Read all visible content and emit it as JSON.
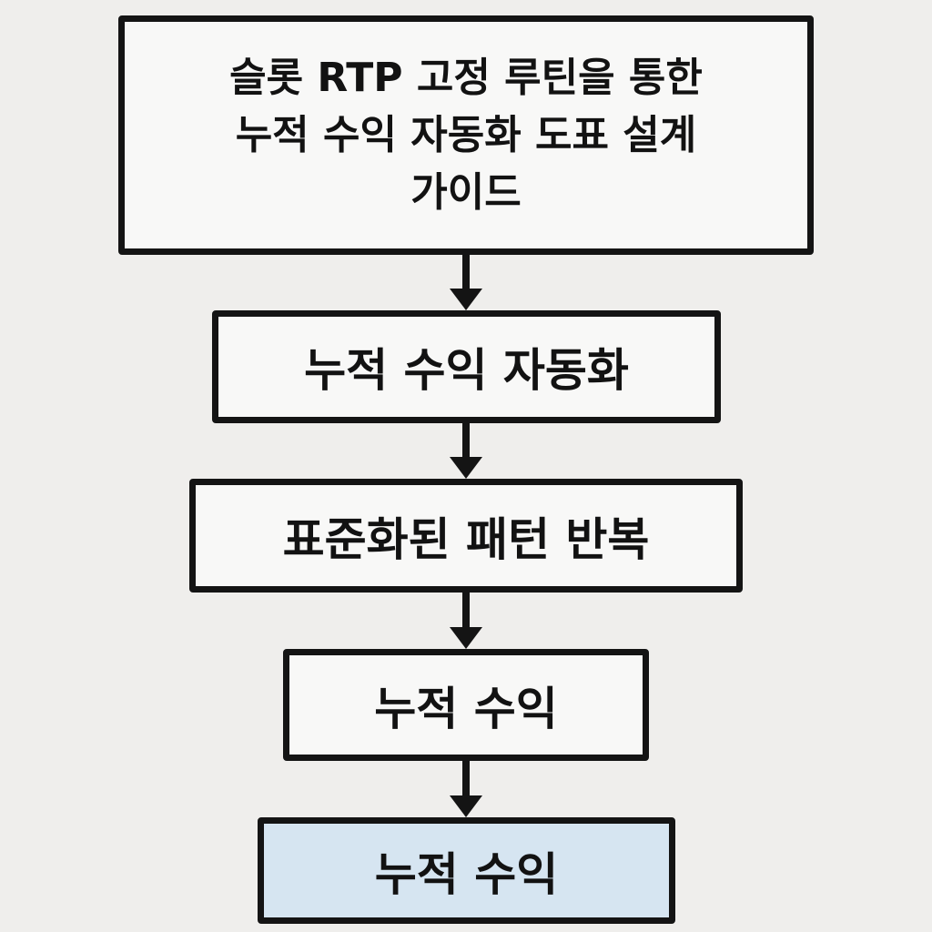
{
  "title": {
    "text": "슬롯 RTP 고정 루틴을 통한\n누적 수익 자동화 도표 설계\n가이드"
  },
  "steps": [
    {
      "label": "누적 수익 자동화",
      "fill": "#f8f8f7"
    },
    {
      "label": "표준화된 패턴 반복",
      "fill": "#f8f8f7"
    },
    {
      "label": "누적 수익",
      "fill": "#f8f8f7"
    },
    {
      "label": "누적 수익",
      "fill": "#d6e5f1"
    }
  ],
  "colors": {
    "background": "#efeeec",
    "border": "#141414",
    "box_fill": "#f8f8f7",
    "highlight_fill": "#d6e5f1"
  }
}
